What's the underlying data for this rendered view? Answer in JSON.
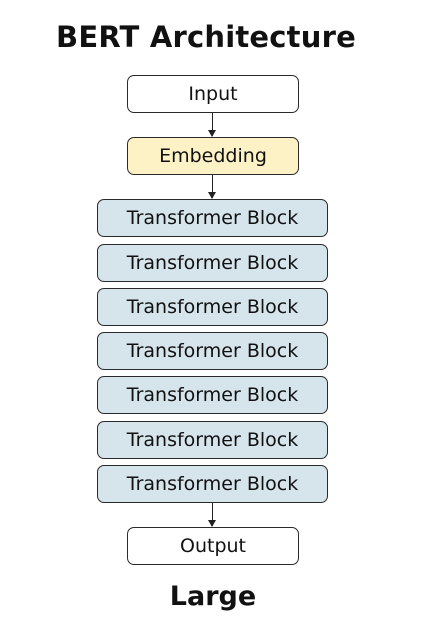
{
  "title": "BERT Architecture",
  "nodes": {
    "input": "Input",
    "embedding": "Embedding",
    "blocks": [
      "Transformer Block",
      "Transformer Block",
      "Transformer Block",
      "Transformer Block",
      "Transformer Block",
      "Transformer Block",
      "Transformer Block"
    ],
    "output": "Output"
  },
  "caption": "Large",
  "colors": {
    "embedding_fill": "#fdf2c6",
    "block_fill": "#d6e4ec",
    "border": "#2a2a2a"
  }
}
